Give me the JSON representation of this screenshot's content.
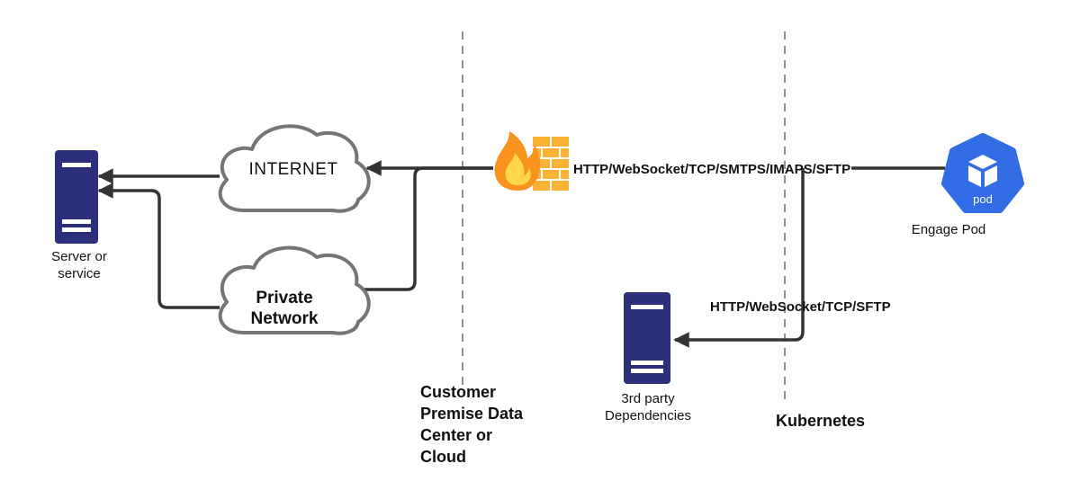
{
  "nodes": {
    "server": {
      "label_line1": "Server or",
      "label_line2": "service"
    },
    "internet": {
      "label": "INTERNET"
    },
    "private_network": {
      "label_line1": "Private",
      "label_line2": "Network"
    },
    "firewall": {},
    "pod": {
      "badge": "pod",
      "label": "Engage Pod"
    },
    "third_party": {
      "label_line1": "3rd party",
      "label_line2": "Dependencies"
    }
  },
  "connections": {
    "main_protocols": "HTTP/WebSocket/TCP/SMTPS/IMAPS/SFTP",
    "dependency_protocols": "HTTP/WebSocket/TCP/SFTP"
  },
  "zones": {
    "customer": [
      "Customer",
      "Premise Data",
      "Center or",
      "Cloud"
    ],
    "kubernetes": "Kubernetes"
  },
  "colors": {
    "server": "#2b2f7c",
    "server_slot": "#ffffff",
    "pod": "#326ce5",
    "flame_outer": "#f7931e",
    "flame_inner": "#ffd54a",
    "brick": "#f9b233",
    "cloud_outline": "#757575",
    "connector": "#333333"
  }
}
